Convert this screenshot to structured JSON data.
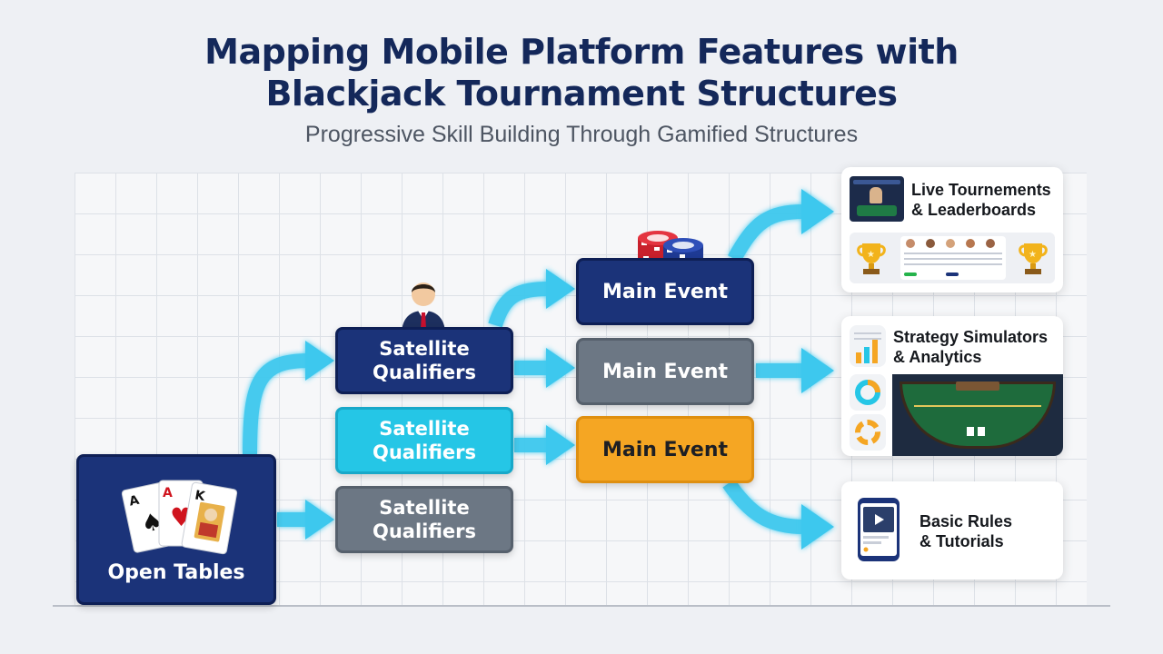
{
  "header": {
    "title_line1": "Mapping Mobile Platform Features with",
    "title_line2": "Blackjack Tournament Structures",
    "subtitle": "Progressive Skill Building Through Gamified Structures"
  },
  "flow": {
    "open_tables": "Open Tables",
    "satellite_top": [
      "Satellite",
      "Qualifiers"
    ],
    "satellite_mid": [
      "Satellite",
      "Qualifiers"
    ],
    "satellite_bottom": [
      "Satellite",
      "Qualifiers"
    ],
    "main_event_top": "Main Event",
    "main_event_mid": "Main Event",
    "main_event_orange": "Main Event"
  },
  "features": {
    "live": [
      "Live Tournements",
      "& Leaderboards"
    ],
    "strategy": [
      "Strategy Simulators",
      "& Analytics"
    ],
    "basic": [
      "Basic Rules",
      "& Tutorials"
    ]
  },
  "cards": {
    "ace": "A",
    "king": "K"
  },
  "colors": {
    "navy": "#1b3379",
    "gray": "#6c7784",
    "cyan": "#25c6e6",
    "orange": "#f5a623",
    "arrow": "#3cc8ee"
  },
  "icons": [
    "playing-cards-icon",
    "businessman-icon",
    "poker-chips-icon",
    "trophy-icon",
    "bar-chart-icon",
    "donut-chart-icon",
    "smartphone-icon"
  ]
}
